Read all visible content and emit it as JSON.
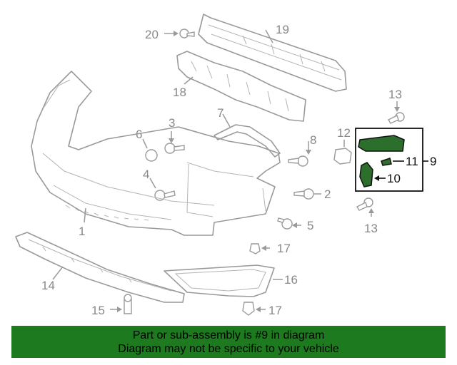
{
  "callouts": {
    "c1": "1",
    "c2": "2",
    "c4": "4",
    "c5": "5",
    "c6": "6",
    "c7": "7",
    "c8": "8",
    "c9": "9",
    "c10": "10",
    "c11": "11",
    "c12": "12",
    "c13a": "13",
    "c13b": "13",
    "c14": "14",
    "c15": "15",
    "c16": "16",
    "c17a": "17",
    "c17b": "17",
    "c18": "18",
    "c19": "19",
    "c20": "20",
    "c3": "3"
  },
  "highlight": {
    "part": "9",
    "color": "#2c6e2c"
  },
  "banner": {
    "line1": "Part or sub-assembly is #9 in diagram",
    "line2": "Diagram may not be specific to your vehicle",
    "background": "#1e7a1e"
  }
}
